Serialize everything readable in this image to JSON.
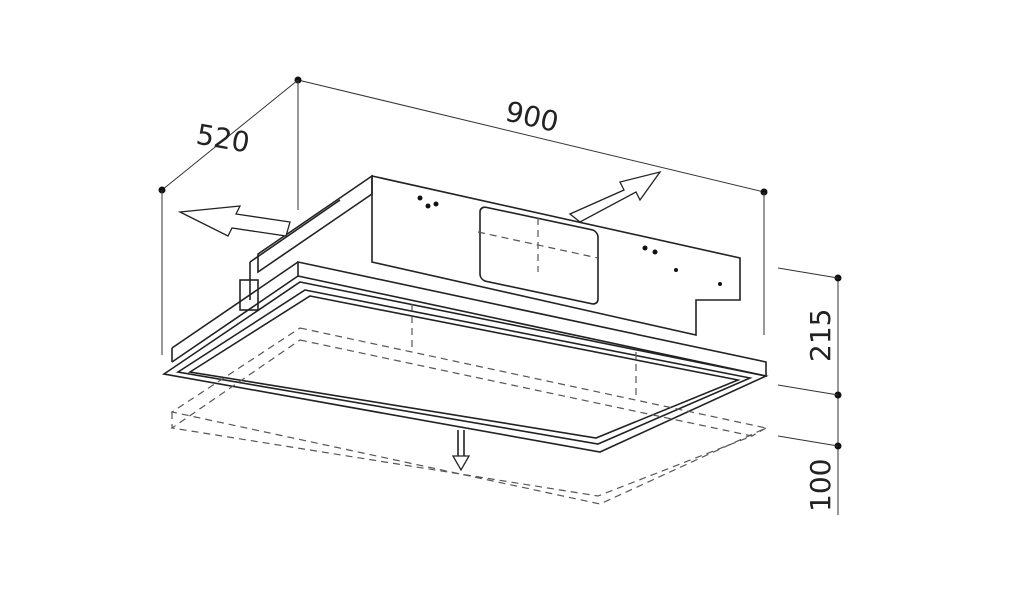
{
  "dimensions": {
    "width": "900",
    "depth": "520",
    "height_body": "215",
    "height_drop": "100"
  }
}
